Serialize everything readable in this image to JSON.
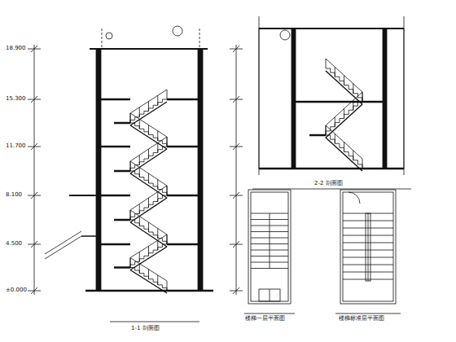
{
  "diagram": {
    "labels": [
      "18.900",
      "15.300",
      "11.700",
      "8.100",
      "4.500",
      "±0.000",
      "1-1 剖面图",
      "2-2 剖面图",
      "楼梯一层平面图",
      "楼梯标准层平面图"
    ]
  }
}
